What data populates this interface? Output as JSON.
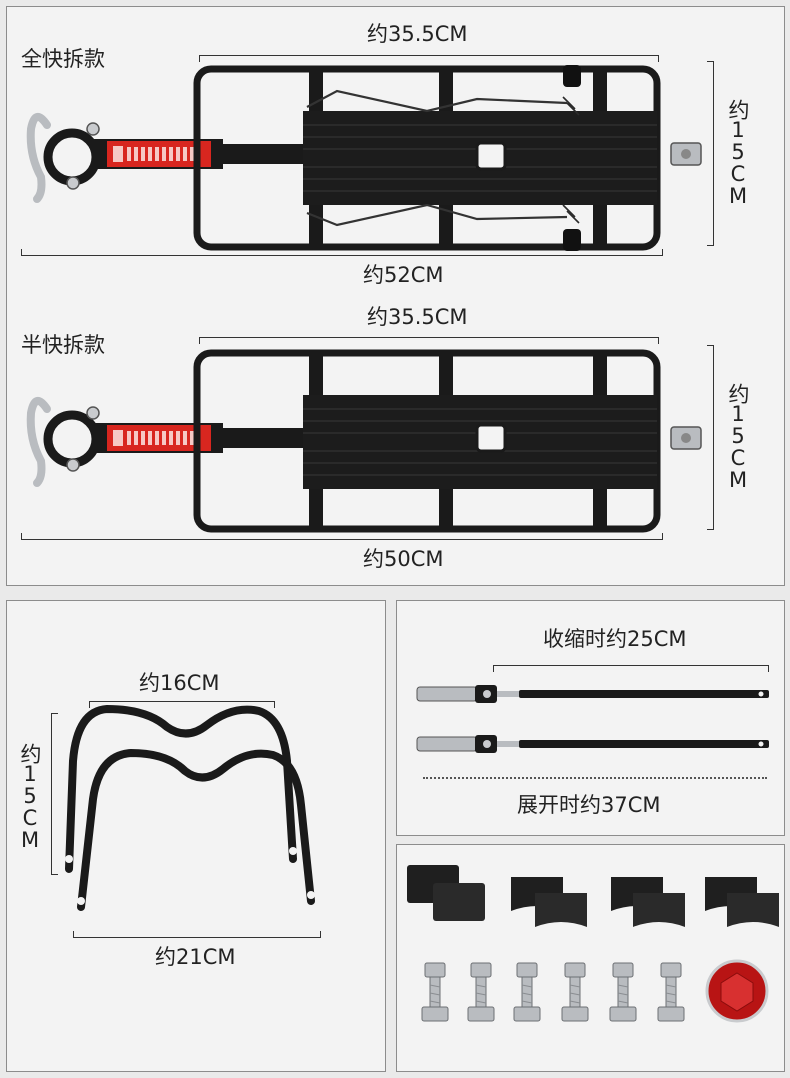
{
  "panel_full": {
    "title": "全快拆款",
    "dim_top": "约35.5CM",
    "dim_bottom": "约52CM",
    "dim_side": "约15CM"
  },
  "panel_half": {
    "title": "半快拆款",
    "dim_top": "约35.5CM",
    "dim_bottom": "约50CM",
    "dim_side": "约15CM"
  },
  "panel_struts": {
    "dim_top": "约16CM",
    "dim_side": "约15CM",
    "dim_bottom": "约21CM"
  },
  "panel_rods": {
    "dim_retracted": "收缩时约25CM",
    "dim_extended": "展开时约37CM"
  },
  "colors": {
    "panel_bg": "#f3f3f3",
    "rack_black": "#1a1a1a",
    "label_red": "#d8261f",
    "reflector_red": "#b81414",
    "bolt_silver": "#b9bcc0"
  },
  "icons": [
    "rack-full-quick-release-image",
    "rack-half-quick-release-image",
    "support-strut-image",
    "telescopic-rod-image",
    "rubber-pad-icon",
    "rubber-spacer-icon",
    "bolt-icon",
    "reflector-icon"
  ]
}
